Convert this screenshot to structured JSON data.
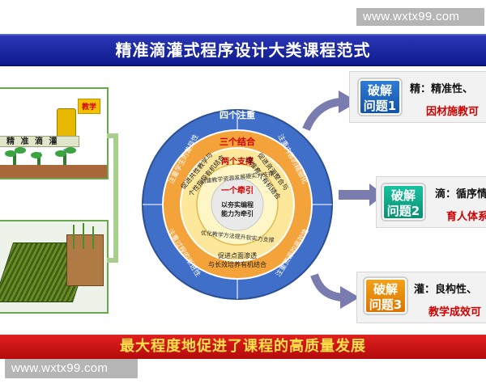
{
  "watermark_text": "www.wxtx99.com",
  "title": "精准滴灌式程序设计大类课程范式",
  "conclusion": "最大程度地促进了课程的高质量发展",
  "left_panel": {
    "pipe_label": "精 准 滴 灌",
    "faucet_tag": "教学"
  },
  "rings": {
    "ring1_title": "四个注重",
    "ring2_title": "三个结合",
    "ring3_title": "两个支撑",
    "ring4_title": "一个牵引",
    "center_text": [
      "以夯实编程",
      "能力为牵引"
    ],
    "ring1_segments": [
      "注重学生的差异性",
      "注重内容的精细化",
      "注重资源的高效性",
      "注重过程的渐进性"
    ],
    "ring2_segments": [
      "促进共性教学与",
      "个性指导有机结合",
      "促进资源整合与",
      "精准育人有机结合",
      "促进点面渗透",
      "与长效培养有机结合"
    ],
    "ring3_segments": [
      "创建教学资源发展硬实力支撑",
      "优化教学方法提升软实力支撑"
    ]
  },
  "problems": [
    {
      "box": [
        "破解",
        "问题1"
      ],
      "main": "精：精准性、",
      "sub": "因材施教可"
    },
    {
      "box": [
        "破解",
        "问题2"
      ],
      "main": "滴：循序情",
      "sub": "育人体系"
    },
    {
      "box": [
        "破解",
        "问题3"
      ],
      "main": "灌：良构性、",
      "sub": "教学成效可"
    }
  ],
  "colors": {
    "title_bar": "#1a27a6",
    "conclusion_bar": "#d41414",
    "conclusion_text": "#ffe14a",
    "ring1": "#3f6fc8",
    "ring2": "#f4a23a",
    "ring3": "#fde79a",
    "ring4": "#fff6c8",
    "center": "#e9e9e9",
    "arrow": "#7a7cb0",
    "bracket": "#a8d08d"
  }
}
